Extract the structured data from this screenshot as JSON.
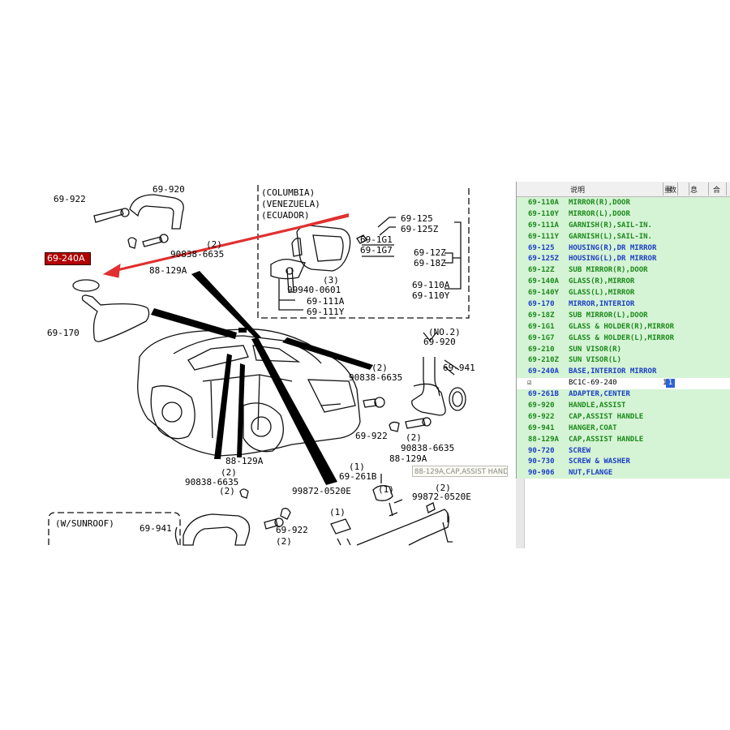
{
  "diagram": {
    "highlight_label": "69-240A",
    "tooltip": "88-129A,CAP,ASSIST HANDLE",
    "region_note": [
      "(COLUMBIA)",
      "(VENEZUELA)",
      "(ECUADOR)"
    ],
    "sunroof_note": "(W/SUNROOF)",
    "labels": [
      {
        "id": "l1",
        "text": "69-920"
      },
      {
        "id": "l2",
        "text": "69-922"
      },
      {
        "id": "l3",
        "text": "(2)"
      },
      {
        "id": "l4",
        "text": "90838-6635"
      },
      {
        "id": "l5",
        "text": "88-129A"
      },
      {
        "id": "l6",
        "text": "69-170"
      },
      {
        "id": "l7",
        "text": "69-125"
      },
      {
        "id": "l8",
        "text": "69-125Z"
      },
      {
        "id": "l9",
        "text": "69-1G1"
      },
      {
        "id": "l10",
        "text": "69-1G7"
      },
      {
        "id": "l11",
        "text": "69-12Z"
      },
      {
        "id": "l12",
        "text": "69-18Z"
      },
      {
        "id": "l13",
        "text": "99940-0601"
      },
      {
        "id": "l14",
        "text": "(3)"
      },
      {
        "id": "l15",
        "text": "69-111A"
      },
      {
        "id": "l16",
        "text": "69-111Y"
      },
      {
        "id": "l17",
        "text": "69-110A"
      },
      {
        "id": "l18",
        "text": "69-110Y"
      },
      {
        "id": "l19",
        "text": "(NO.2)"
      },
      {
        "id": "l20",
        "text": "69-920"
      },
      {
        "id": "l21",
        "text": "69-941"
      },
      {
        "id": "l22",
        "text": "(2)"
      },
      {
        "id": "l23",
        "text": "90838-6635"
      },
      {
        "id": "l24",
        "text": "69-922"
      },
      {
        "id": "l25",
        "text": "(2)"
      },
      {
        "id": "l26",
        "text": "90838-6635"
      },
      {
        "id": "l27",
        "text": "88-129A"
      },
      {
        "id": "l28",
        "text": "88-129A"
      },
      {
        "id": "l29",
        "text": "(2)"
      },
      {
        "id": "l30",
        "text": "90838-6635"
      },
      {
        "id": "l31",
        "text": "69-941"
      },
      {
        "id": "l32",
        "text": "(2)"
      },
      {
        "id": "l33",
        "text": "69-922"
      },
      {
        "id": "l34",
        "text": "(2)"
      },
      {
        "id": "l35",
        "text": "(1)"
      },
      {
        "id": "l36",
        "text": "69-261B"
      },
      {
        "id": "l37",
        "text": "99872-0520E"
      },
      {
        "id": "l38",
        "text": "(1)"
      },
      {
        "id": "l39",
        "text": "99872-0520E"
      },
      {
        "id": "l40",
        "text": "(2)"
      },
      {
        "id": "l41",
        "text": "(1)"
      }
    ]
  },
  "parts_panel": {
    "header": [
      "说明",
      "重",
      "数",
      "息",
      "合"
    ],
    "rows": [
      {
        "code": "69-110A",
        "desc": "MIRROR(R),DOOR",
        "color": "green"
      },
      {
        "code": "69-110Y",
        "desc": "MIRROR(L),DOOR",
        "color": "green"
      },
      {
        "code": "69-111A",
        "desc": "GARNISH(R),SAIL-IN.",
        "color": "green"
      },
      {
        "code": "69-111Y",
        "desc": "GARNISH(L),SAIL-IN.",
        "color": "green"
      },
      {
        "code": "69-125",
        "desc": "HOUSING(R),DR MIRROR",
        "color": "blue"
      },
      {
        "code": "69-125Z",
        "desc": "HOUSING(L),DR MIRROR",
        "color": "blue"
      },
      {
        "code": "69-12Z",
        "desc": "SUB MIRROR(R),DOOR",
        "color": "green"
      },
      {
        "code": "69-140A",
        "desc": "GLASS(R),MIRROR",
        "color": "green"
      },
      {
        "code": "69-140Y",
        "desc": "GLASS(L),MIRROR",
        "color": "green"
      },
      {
        "code": "69-170",
        "desc": "MIRROR,INTERIOR",
        "color": "blue"
      },
      {
        "code": "69-18Z",
        "desc": "SUB MIRROR(L),DOOR",
        "color": "green"
      },
      {
        "code": "69-1G1",
        "desc": "GLASS & HOLDER(R),MIRROR",
        "color": "green"
      },
      {
        "code": "69-1G7",
        "desc": "GLASS & HOLDER(L),MIRROR",
        "color": "green"
      },
      {
        "code": "69-210",
        "desc": "SUN VISOR(R)",
        "color": "green"
      },
      {
        "code": "69-210Z",
        "desc": "SUN VISOR(L)",
        "color": "green"
      },
      {
        "code": "69-240A",
        "desc": "BASE,INTERIOR MIRROR",
        "color": "blue"
      },
      {
        "code": "",
        "desc": "BC1C-69-240",
        "color": "edit",
        "check": "☑",
        "qty": "1",
        "sel": "1"
      },
      {
        "code": "69-261B",
        "desc": "ADAPTER,CENTER",
        "color": "blue"
      },
      {
        "code": "69-920",
        "desc": "HANDLE,ASSIST",
        "color": "green"
      },
      {
        "code": "69-922",
        "desc": "CAP,ASSIST HANDLE",
        "color": "green"
      },
      {
        "code": "69-941",
        "desc": "HANGER,COAT",
        "color": "green"
      },
      {
        "code": "88-129A",
        "desc": "CAP,ASSIST HANDLE",
        "color": "green"
      },
      {
        "code": "90-720",
        "desc": "SCREW",
        "color": "blue"
      },
      {
        "code": "90-730",
        "desc": "SCREW & WASHER",
        "color": "blue"
      },
      {
        "code": "90-906",
        "desc": "NUT,FLANGE",
        "color": "blue"
      }
    ]
  },
  "colors": {
    "highlight": "#b00000",
    "arrow": "#e03030",
    "green_text": "#1a8a1a",
    "blue_text": "#1a3fc4",
    "panel_bg": "#d5f3d5"
  }
}
